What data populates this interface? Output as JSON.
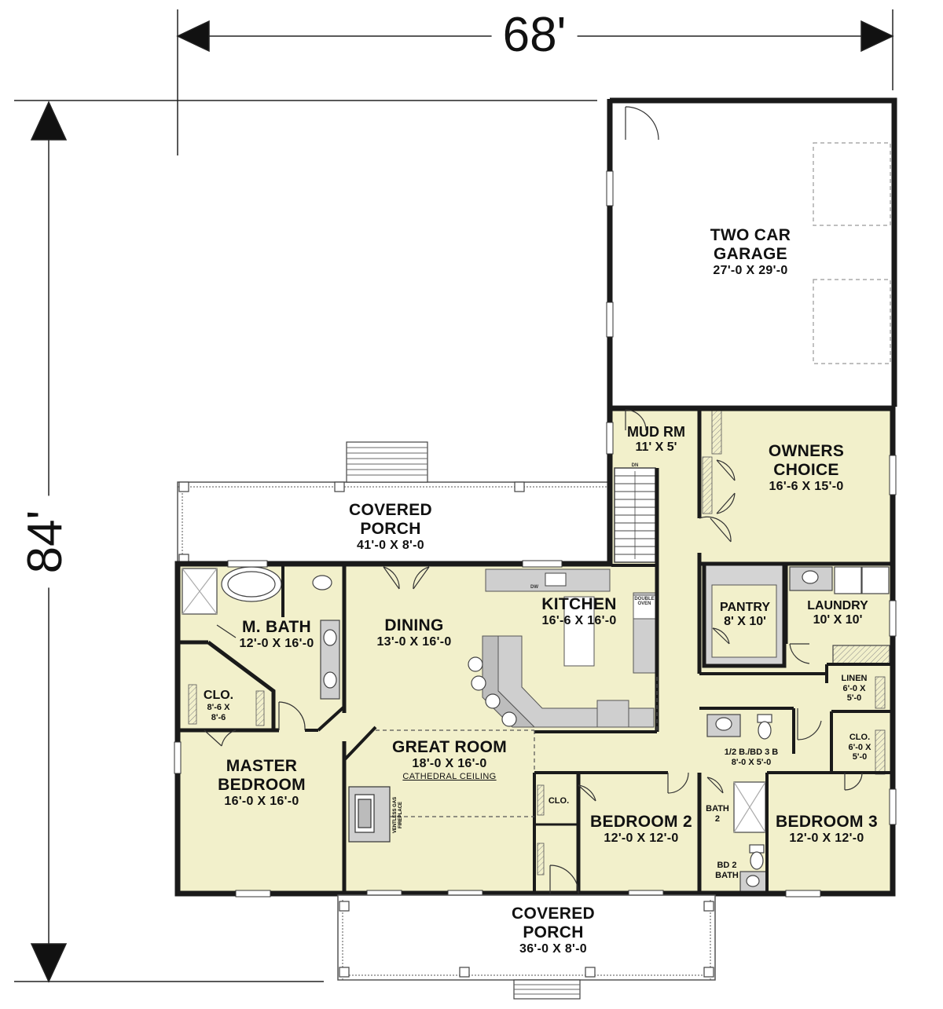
{
  "dimensions": {
    "width": "68'",
    "depth": "84'"
  },
  "rooms": {
    "garage": {
      "name_line1": "TWO CAR",
      "name_line2": "GARAGE",
      "size": "27'-0 X 29'-0"
    },
    "mud_room": {
      "name": "MUD RM",
      "size": "11' X 5'"
    },
    "owners_choice": {
      "name_line1": "OWNERS",
      "name_line2": "CHOICE",
      "size": "16'-6 X 15'-0"
    },
    "rear_porch": {
      "name_line1": "COVERED",
      "name_line2": "PORCH",
      "size": "41'-0 X 8'-0"
    },
    "master_bath": {
      "name": "M. BATH",
      "size": "12'-0 X 16'-0"
    },
    "dining": {
      "name": "DINING",
      "size": "13'-0 X 16'-0"
    },
    "kitchen": {
      "name": "KITCHEN",
      "size": "16'-6 X 16'-0"
    },
    "pantry": {
      "name": "PANTRY",
      "size": "8' X 10'"
    },
    "laundry": {
      "name": "LAUNDRY",
      "size": "10' X 10'"
    },
    "master_closet": {
      "name": "CLO.",
      "size_line1": "8'-6 X",
      "size_line2": "8'-6"
    },
    "linen": {
      "name": "LINEN",
      "size_line1": "6'-0 X",
      "size_line2": "5'-0"
    },
    "great_room": {
      "name": "GREAT ROOM",
      "size": "18'-0 X 16'-0",
      "note": "CATHEDRAL CEILING"
    },
    "half_bath": {
      "name": "1/2 B./BD 3 B",
      "size": "8'-0 X 5'-0"
    },
    "closet_right": {
      "name": "CLO.",
      "size_line1": "6'-0 X",
      "size_line2": "5'-0"
    },
    "master_bedroom": {
      "name_line1": "MASTER",
      "name_line2": "BEDROOM",
      "size": "16'-0 X 16'-0"
    },
    "closet_hall": {
      "name": "CLO."
    },
    "bedroom2": {
      "name": "BEDROOM 2",
      "size": "12'-0 X 12'-0"
    },
    "bath2": {
      "name_line1": "BATH",
      "name_line2": "2"
    },
    "bd2_bath": {
      "name_line1": "BD 2",
      "name_line2": "BATH"
    },
    "bedroom3": {
      "name": "BEDROOM 3",
      "size": "12'-0 X 12'-0"
    },
    "front_porch": {
      "name_line1": "COVERED",
      "name_line2": "PORCH",
      "size": "36'-0 X 8'-0"
    }
  },
  "fixtures": {
    "stair_dn": "DN",
    "dishwasher": "DW",
    "double_oven_line1": "DOUBLE",
    "double_oven_line2": "OVEN",
    "fireplace_line1": "VENTLESS GAS",
    "fireplace_line2": "FIREPLACE"
  },
  "colors": {
    "floor": "#f2f0cb",
    "wall": "#1a1a1a",
    "counter": "#cfcfcf",
    "background": "#ffffff"
  }
}
